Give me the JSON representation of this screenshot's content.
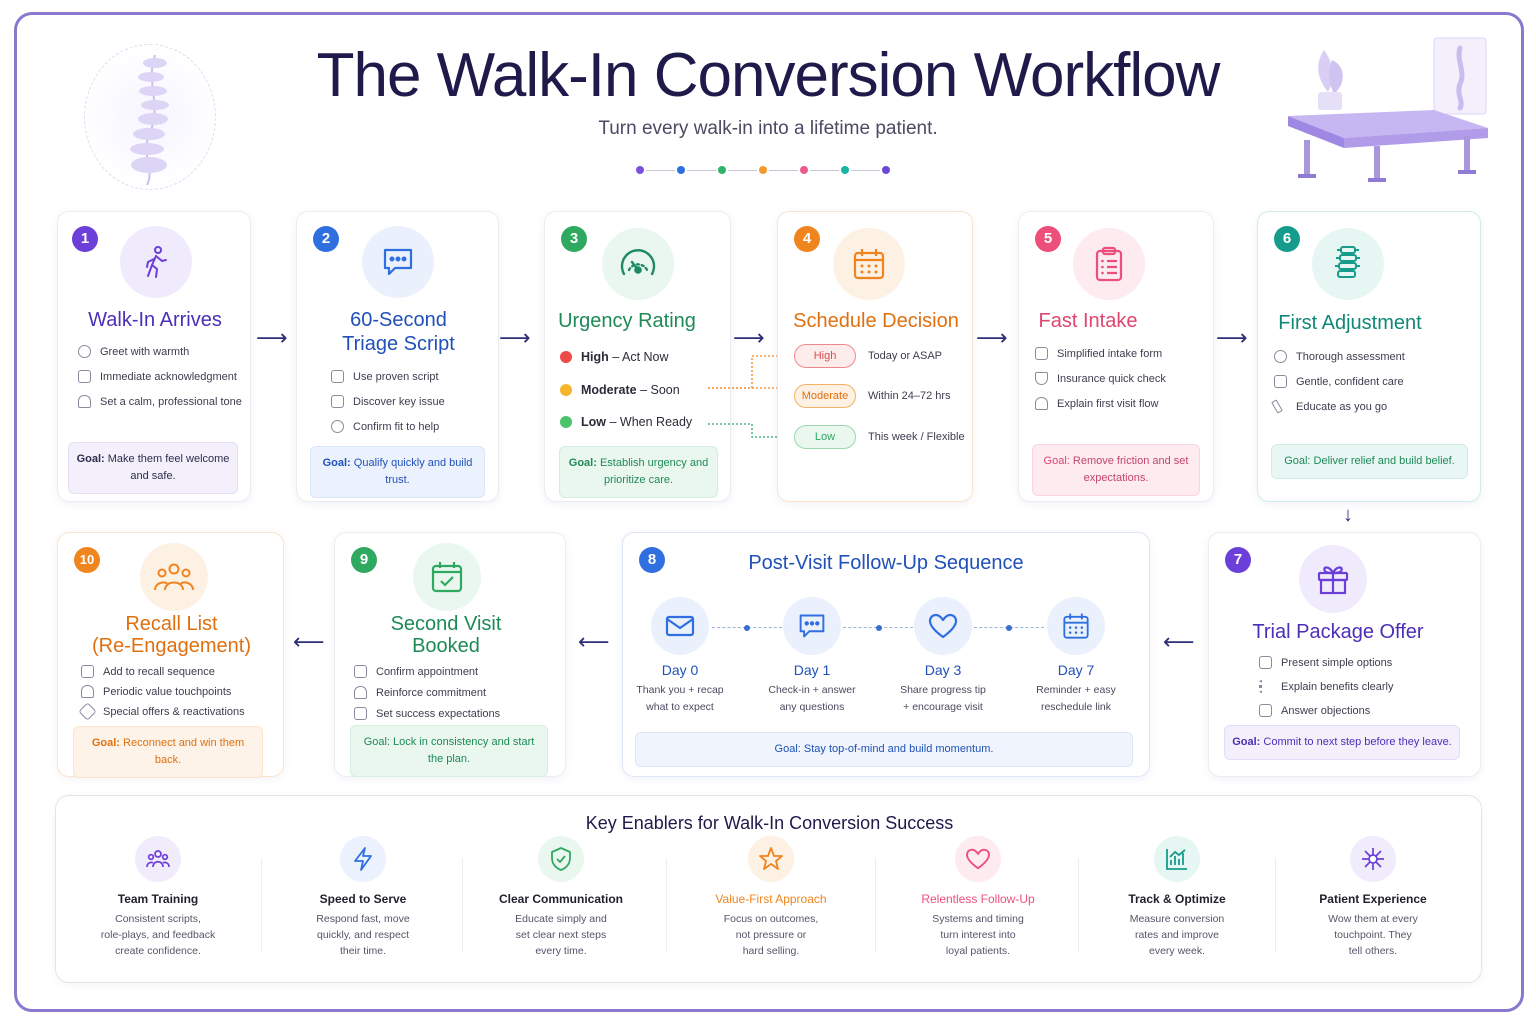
{
  "header": {
    "title": "The Walk-In Conversion Workflow",
    "subtitle": "Turn every walk-in into a lifetime patient.",
    "dot_colors": [
      "#7b4fe0",
      "#2f6fe0",
      "#2fb36a",
      "#f29a2e",
      "#ec5a8c",
      "#18b4a3",
      "#6b48d8"
    ]
  },
  "colors": {
    "purple": "#6b3fd8",
    "blue": "#2f6fe0",
    "green": "#2fa860",
    "orange": "#f0841f",
    "pink": "#ec4f7a",
    "teal": "#169c8c",
    "navy": "#2d2d7a"
  },
  "steps": [
    {
      "num": "1",
      "title": "Walk-In Arrives",
      "icon": "walking-person-icon",
      "items": [
        {
          "icon": "handshake-icon",
          "text": "Greet with warmth"
        },
        {
          "icon": "acknowledge-icon",
          "text": "Immediate acknowledgment"
        },
        {
          "icon": "people-icon",
          "text": "Set a calm, professional tone"
        }
      ],
      "goal_label": "Goal:",
      "goal_text": "Make them feel welcome and safe."
    },
    {
      "num": "2",
      "title_line1": "60-Second",
      "title_line2": "Triage Script",
      "icon": "chat-bubble-icon",
      "items": [
        {
          "icon": "script-icon",
          "text": "Use proven script"
        },
        {
          "icon": "clipboard-icon",
          "text": "Discover key issue"
        },
        {
          "icon": "check-circle-icon",
          "text": "Confirm fit to help"
        }
      ],
      "goal_label": "Goal:",
      "goal_text": "Qualify quickly and build trust."
    },
    {
      "num": "3",
      "title": "Urgency Rating",
      "icon": "gauge-icon",
      "levels": [
        {
          "color": "#ef4a4a",
          "strong": "High",
          "rest": "– Act Now"
        },
        {
          "color": "#f6b52c",
          "strong": "Moderate",
          "rest": "– Soon"
        },
        {
          "color": "#4cc26a",
          "strong": "Low",
          "rest": "– When Ready"
        }
      ],
      "goal_label": "Goal:",
      "goal_text": "Establish urgency and prioritize care."
    },
    {
      "num": "4",
      "title": "Schedule Decision",
      "icon": "calendar-icon",
      "rows": [
        {
          "pill": "High",
          "text": "Today or ASAP"
        },
        {
          "pill": "Moderate",
          "text": "Within 24–72 hrs"
        },
        {
          "pill": "Low",
          "text": "This week / Flexible"
        }
      ]
    },
    {
      "num": "5",
      "title": "Fast Intake",
      "icon": "clipboard-list-icon",
      "items": [
        {
          "icon": "form-icon",
          "text": "Simplified intake form"
        },
        {
          "icon": "shield-check-icon",
          "text": "Insurance quick check"
        },
        {
          "icon": "people-icon",
          "text": "Explain first visit flow"
        }
      ],
      "goal_label": "Goal:",
      "goal_text": "Remove friction and set expectations."
    },
    {
      "num": "6",
      "title": "First Adjustment",
      "icon": "spine-icon",
      "items": [
        {
          "icon": "check-circle-icon",
          "text": "Thorough assessment"
        },
        {
          "icon": "care-icon",
          "text": "Gentle, confident care"
        },
        {
          "icon": "pen-icon",
          "text": "Educate as you go"
        }
      ],
      "goal_label": "Goal:",
      "goal_text": "Deliver relief and build belief."
    },
    {
      "num": "7",
      "title": "Trial Package Offer",
      "icon": "gift-icon",
      "items": [
        {
          "icon": "options-icon",
          "text": "Present simple options"
        },
        {
          "icon": "list-icon",
          "text": "Explain benefits clearly"
        },
        {
          "icon": "edit-icon",
          "text": "Answer objections"
        }
      ],
      "goal_label": "Goal:",
      "goal_text": "Commit to next step before they leave."
    },
    {
      "num": "8",
      "title": "Post-Visit Follow-Up Sequence",
      "sequence": [
        {
          "icon": "mail-icon",
          "day": "Day 0",
          "desc1": "Thank you + recap",
          "desc2": "what to expect"
        },
        {
          "icon": "chat-bubble-icon",
          "day": "Day 1",
          "desc1": "Check-in + answer",
          "desc2": "any questions"
        },
        {
          "icon": "heart-icon",
          "day": "Day 3",
          "desc1": "Share progress tip",
          "desc2": "+ encourage visit"
        },
        {
          "icon": "calendar-icon",
          "day": "Day 7",
          "desc1": "Reminder + easy",
          "desc2": "reschedule link"
        }
      ],
      "goal_label": "Goal:",
      "goal_text": "Stay top-of-mind and build momentum."
    },
    {
      "num": "9",
      "title_line1": "Second Visit",
      "title_line2": "Booked",
      "icon": "calendar-check-icon",
      "items": [
        {
          "icon": "doc-icon",
          "text": "Confirm appointment"
        },
        {
          "icon": "people-icon",
          "text": "Reinforce commitment"
        },
        {
          "icon": "calendar-small-icon",
          "text": "Set success expectations"
        }
      ],
      "goal_label": "Goal:",
      "goal_text": "Lock in consistency and start the plan."
    },
    {
      "num": "10",
      "title_line1": "Recall List",
      "title_line2": "(Re-Engagement)",
      "icon": "group-icon",
      "items": [
        {
          "icon": "list-edit-icon",
          "text": "Add to recall sequence"
        },
        {
          "icon": "person-icon",
          "text": "Periodic value touchpoints"
        },
        {
          "icon": "tag-icon",
          "text": "Special offers & reactivations"
        }
      ],
      "goal_label": "Goal:",
      "goal_text": "Reconnect and win them back."
    }
  ],
  "enablers": {
    "title": "Key Enablers for Walk-In Conversion Success",
    "items": [
      {
        "icon": "team-icon",
        "title": "Team Training",
        "d1": "Consistent scripts,",
        "d2": "role-plays, and feedback",
        "d3": "create confidence.",
        "color": "#6b3fd8",
        "bg": "#f1ecfc"
      },
      {
        "icon": "lightning-icon",
        "title": "Speed to Serve",
        "d1": "Respond fast, move",
        "d2": "quickly, and respect",
        "d3": "their time.",
        "color": "#2f6fe0",
        "bg": "#ebf2fd"
      },
      {
        "icon": "shield-check-icon",
        "title": "Clear Communication",
        "d1": "Educate simply and",
        "d2": "set clear next steps",
        "d3": "every time.",
        "color": "#2fa860",
        "bg": "#eaf7ef"
      },
      {
        "icon": "star-icon",
        "title": "Value-First Approach",
        "d1": "Focus on outcomes,",
        "d2": "not pressure or",
        "d3": "hard selling.",
        "color": "#f0841f",
        "bg": "#fdf1e4"
      },
      {
        "icon": "heart-icon",
        "title": "Relentless Follow-Up",
        "d1": "Systems and timing",
        "d2": "turn interest into",
        "d3": "loyal patients.",
        "color": "#ec4f7a",
        "bg": "#fdebf0"
      },
      {
        "icon": "chart-icon",
        "title": "Track & Optimize",
        "d1": "Measure conversion",
        "d2": "rates and improve",
        "d3": "every week.",
        "color": "#169c8c",
        "bg": "#e6f6f3"
      },
      {
        "icon": "sparkle-icon",
        "title": "Patient Experience",
        "d1": "Wow them at every",
        "d2": "touchpoint. They",
        "d3": "tell others.",
        "color": "#6b3fd8",
        "bg": "#f1ecfc"
      }
    ]
  }
}
